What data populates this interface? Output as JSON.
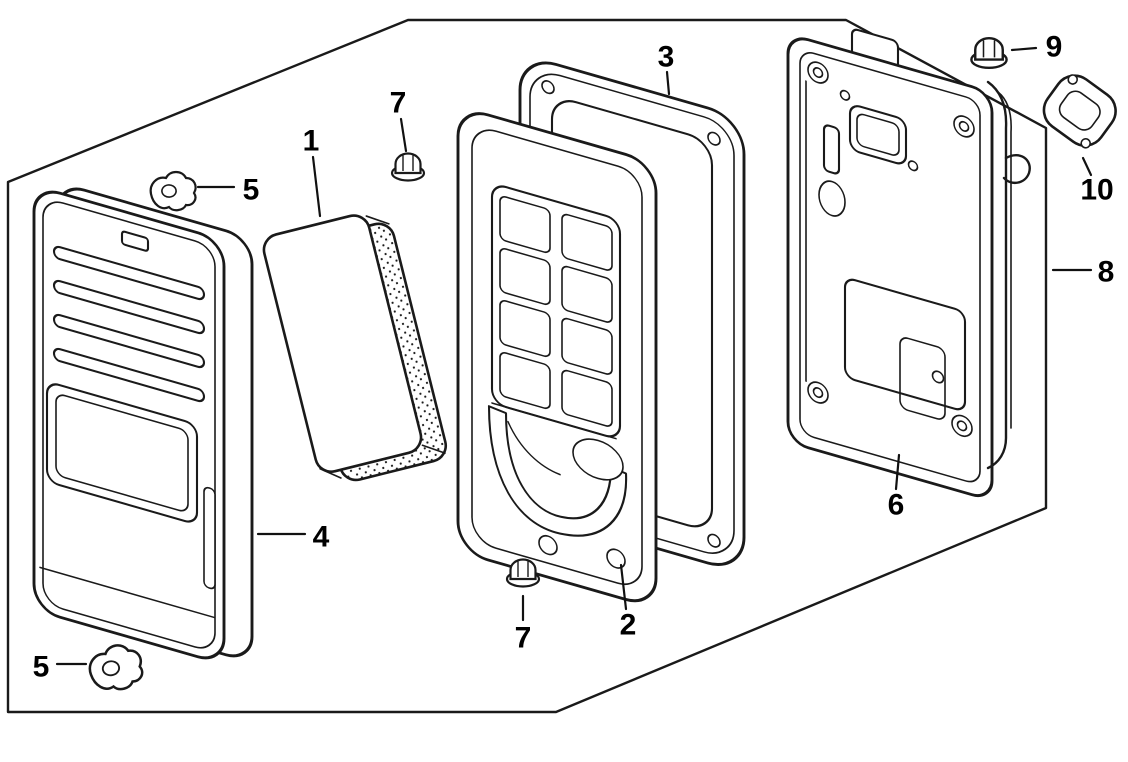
{
  "diagram": {
    "background_color": "#ffffff",
    "line_color": "#1a1a1a",
    "callouts": [
      {
        "part": "upper-retainer-clip",
        "label": "5"
      },
      {
        "part": "filter-element",
        "label": "1"
      },
      {
        "part": "upper-flange-nut",
        "label": "7"
      },
      {
        "part": "seal-frame",
        "label": "3"
      },
      {
        "part": "cap-nut",
        "label": "9"
      },
      {
        "part": "gasket",
        "label": "10"
      },
      {
        "part": "case-bracket",
        "label": "8"
      },
      {
        "part": "air-cleaner-cover",
        "label": "4"
      },
      {
        "part": "filter-housing",
        "label": "2"
      },
      {
        "part": "base-plate",
        "label": "6"
      },
      {
        "part": "lower-flange-nut",
        "label": "7"
      },
      {
        "part": "lower-retainer-clip",
        "label": "5"
      }
    ]
  }
}
